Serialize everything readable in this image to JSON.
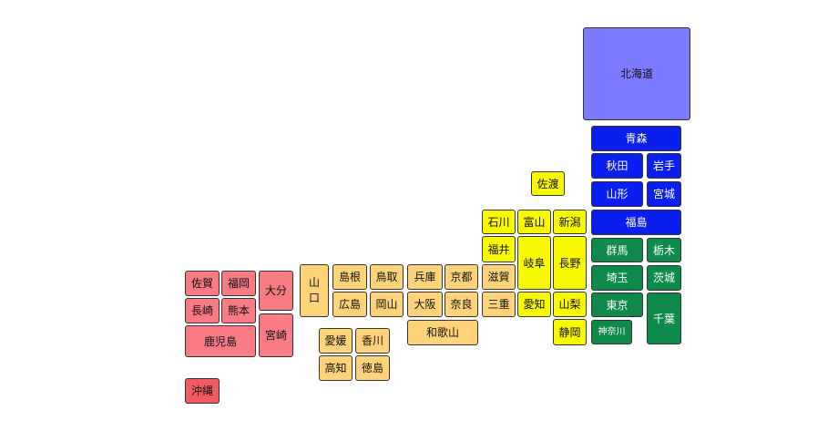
{
  "regions": {
    "hokkaido": "#7b7bff",
    "tohoku": "#0a1fef",
    "kanto": "#0e8a4a",
    "chubu": "#f8f800",
    "kinki": "#ffd37a",
    "chugoku_shikoku": "#ffd37a",
    "kyushu": "#f87a82",
    "okinawa": "#f25c60"
  },
  "prefectures": [
    {
      "id": "hokkaido",
      "label": "北海道",
      "region": "hokkaido"
    },
    {
      "id": "aomori",
      "label": "青森",
      "region": "tohoku"
    },
    {
      "id": "akita",
      "label": "秋田",
      "region": "tohoku"
    },
    {
      "id": "iwate",
      "label": "岩手",
      "region": "tohoku"
    },
    {
      "id": "yamagata",
      "label": "山形",
      "region": "tohoku"
    },
    {
      "id": "miyagi",
      "label": "宮城",
      "region": "tohoku"
    },
    {
      "id": "fukushima",
      "label": "福島",
      "region": "tohoku"
    },
    {
      "id": "sado",
      "label": "佐渡",
      "region": "chubu"
    },
    {
      "id": "ishikawa",
      "label": "石川",
      "region": "chubu"
    },
    {
      "id": "toyama",
      "label": "富山",
      "region": "chubu"
    },
    {
      "id": "niigata",
      "label": "新潟",
      "region": "chubu"
    },
    {
      "id": "fukui",
      "label": "福井",
      "region": "chubu"
    },
    {
      "id": "gifu",
      "label": "岐阜",
      "region": "chubu"
    },
    {
      "id": "nagano",
      "label": "長野",
      "region": "chubu"
    },
    {
      "id": "gunma",
      "label": "群馬",
      "region": "kanto"
    },
    {
      "id": "tochigi",
      "label": "栃木",
      "region": "kanto"
    },
    {
      "id": "saitama",
      "label": "埼玉",
      "region": "kanto"
    },
    {
      "id": "ibaraki",
      "label": "茨城",
      "region": "kanto"
    },
    {
      "id": "aichi",
      "label": "愛知",
      "region": "chubu"
    },
    {
      "id": "yamanashi",
      "label": "山梨",
      "region": "chubu"
    },
    {
      "id": "tokyo",
      "label": "東京",
      "region": "kanto"
    },
    {
      "id": "chiba",
      "label": "千葉",
      "region": "kanto"
    },
    {
      "id": "shizuoka",
      "label": "静岡",
      "region": "chubu"
    },
    {
      "id": "kanagawa",
      "label": "神奈川",
      "region": "kanto"
    },
    {
      "id": "shiga",
      "label": "滋賀",
      "region": "kinki"
    },
    {
      "id": "mie",
      "label": "三重",
      "region": "kinki"
    },
    {
      "id": "kyoto",
      "label": "京都",
      "region": "kinki"
    },
    {
      "id": "hyogo",
      "label": "兵庫",
      "region": "kinki"
    },
    {
      "id": "osaka",
      "label": "大阪",
      "region": "kinki"
    },
    {
      "id": "nara",
      "label": "奈良",
      "region": "kinki"
    },
    {
      "id": "wakayama",
      "label": "和歌山",
      "region": "kinki"
    },
    {
      "id": "tottori",
      "label": "鳥取",
      "region": "chugoku_shikoku"
    },
    {
      "id": "shimane",
      "label": "島根",
      "region": "chugoku_shikoku"
    },
    {
      "id": "okayama",
      "label": "岡山",
      "region": "chugoku_shikoku"
    },
    {
      "id": "hiroshima",
      "label": "広島",
      "region": "chugoku_shikoku"
    },
    {
      "id": "yamaguchi",
      "label": "山口",
      "region": "chugoku_shikoku"
    },
    {
      "id": "ehime",
      "label": "愛媛",
      "region": "chugoku_shikoku"
    },
    {
      "id": "kagawa",
      "label": "香川",
      "region": "chugoku_shikoku"
    },
    {
      "id": "kochi",
      "label": "高知",
      "region": "chugoku_shikoku"
    },
    {
      "id": "tokushima",
      "label": "徳島",
      "region": "chugoku_shikoku"
    },
    {
      "id": "saga",
      "label": "佐賀",
      "region": "kyushu"
    },
    {
      "id": "fukuoka",
      "label": "福岡",
      "region": "kyushu"
    },
    {
      "id": "oita",
      "label": "大分",
      "region": "kyushu"
    },
    {
      "id": "nagasaki",
      "label": "長崎",
      "region": "kyushu"
    },
    {
      "id": "kumamoto",
      "label": "熊本",
      "region": "kyushu"
    },
    {
      "id": "miyazaki",
      "label": "宮崎",
      "region": "kyushu"
    },
    {
      "id": "kagoshima",
      "label": "鹿児島",
      "region": "kyushu"
    },
    {
      "id": "okinawa",
      "label": "沖縄",
      "region": "okinawa"
    }
  ]
}
